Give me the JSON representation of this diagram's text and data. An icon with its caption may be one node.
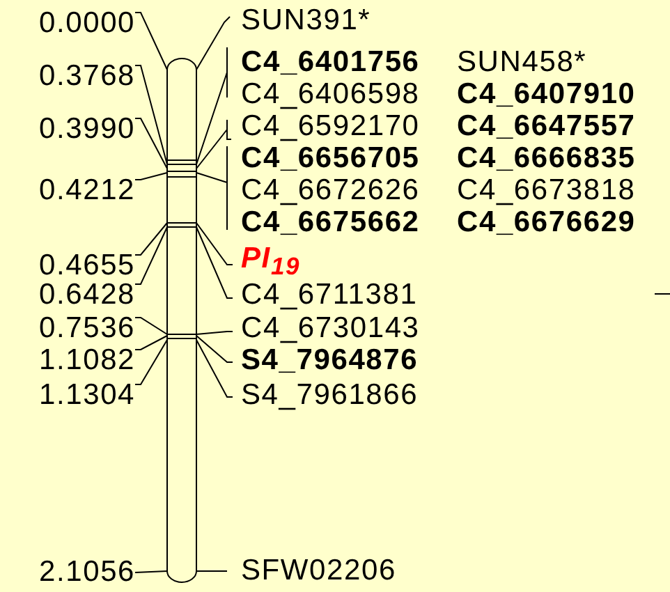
{
  "diagram": {
    "labels": [
      "0.0000",
      "SUN391*",
      "C4_6401756",
      "SUN458*",
      "0.3768",
      "C4_6406598",
      "C4_6407910",
      "0.3990",
      "C4_6592170",
      "C4_6647557",
      "C4_6656705",
      "C4_6666835",
      "0.4212",
      "C4_6672626",
      "C4_6673818",
      "C4_6675662",
      "C4_6676629",
      "0.4655",
      "PI$_{19}$",
      "0.6428",
      "C4_6711381",
      "0.7536",
      "C4_6730143",
      "1.1082",
      "S4_7964876",
      "1.1304",
      "S4_7961866",
      "2.1056",
      "SFW02206"
    ]
  }
}
